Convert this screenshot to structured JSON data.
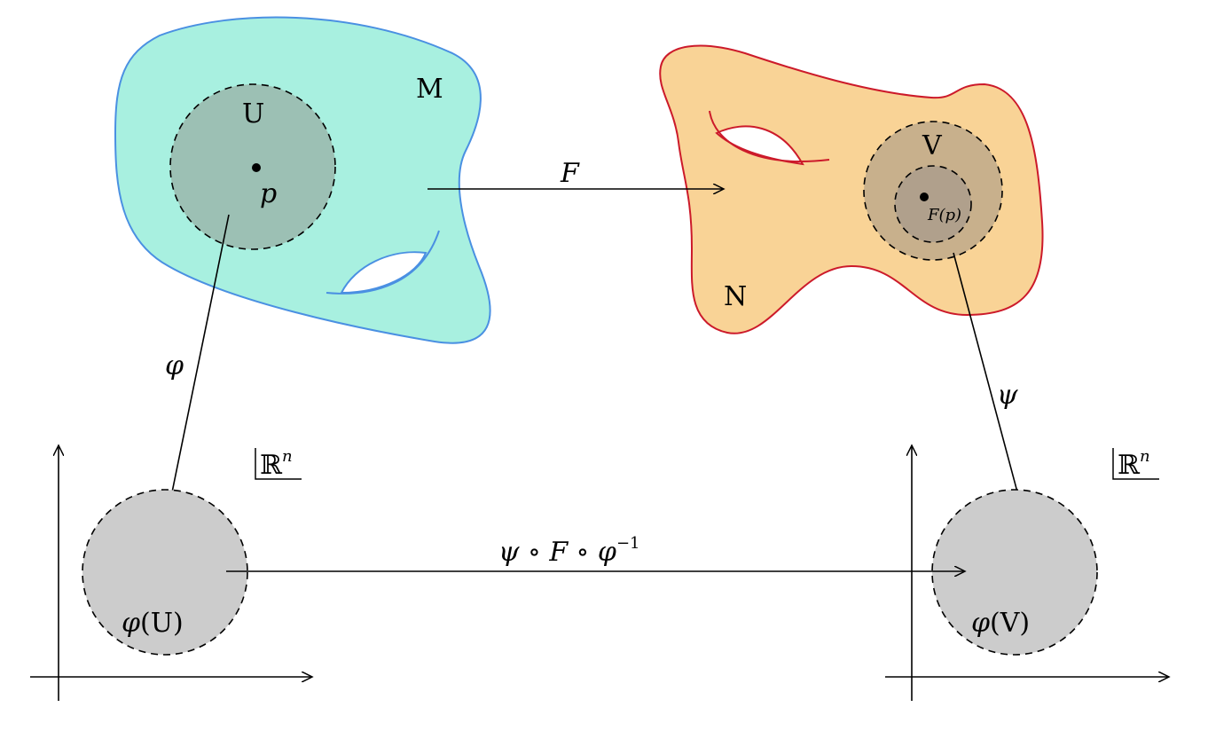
{
  "colors": {
    "manifold_m_fill": "#a8f0e0",
    "manifold_m_stroke": "#4a90e2",
    "manifold_n_fill": "#f9d396",
    "manifold_n_stroke": "#cc1a2a",
    "chart_fill_m": "#9cc0b4",
    "chart_fill_n": "#c8b08c",
    "inner_fill_n": "#b0a08c",
    "euclid_fill": "#cccccc"
  },
  "labels": {
    "manifold_m": "M",
    "manifold_n": "N",
    "open_set_u": "U",
    "open_set_v": "V",
    "point_p": "p",
    "point_fp": "F(p)",
    "map_f": "F",
    "chart_phi": "φ",
    "chart_psi": "ψ",
    "transition": {
      "psi": "ψ",
      "circ1": " ∘ ",
      "f": "F",
      "circ2": " ∘ ",
      "phi": "φ",
      "exponent": "−1"
    },
    "image_u": {
      "phi": "φ",
      "rest": "(U)"
    },
    "image_v": {
      "phi": "φ",
      "rest": "(V)"
    },
    "space_left": {
      "base": "ℝ",
      "exponent": "n"
    },
    "space_right": {
      "base": "ℝ",
      "exponent": "n"
    }
  }
}
